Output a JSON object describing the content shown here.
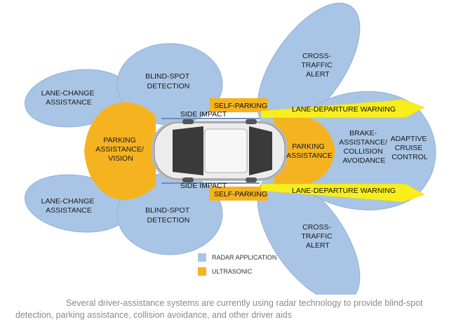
{
  "colors": {
    "radar": "#a9c5e6",
    "radar_stroke": "#8fb0d6",
    "ultrasonic": "#f5b320",
    "lane_warning": "#f8ee1e",
    "car_body": "#e8e8e8"
  },
  "labels": {
    "lane_change_top": [
      "LANE-CHANGE",
      "ASSISTANCE"
    ],
    "lane_change_bottom": [
      "LANE-CHANGE",
      "ASSISTANCE"
    ],
    "blind_spot_top": [
      "BLIND-SPOT",
      "DETECTION"
    ],
    "blind_spot_bottom": [
      "BLIND-SPOT",
      "DETECTION"
    ],
    "cross_traffic_top": [
      "CROSS-",
      "TRAFFIC",
      "ALERT"
    ],
    "cross_traffic_bottom": [
      "CROSS-",
      "TRAFFIC",
      "ALERT"
    ],
    "parking_rear": [
      "PARKING",
      "ASSISTANCE/",
      "VISION"
    ],
    "parking_front": [
      "PARKING",
      "ASSISTANCE"
    ],
    "brake": [
      "BRAKE-",
      "ASSISTANCE/",
      "COLLISION",
      "AVOIDANCE"
    ],
    "acc": [
      "ADAPTIVE",
      "CRUISE",
      "CONTROL"
    ],
    "self_parking_top": "SELF-PARKING",
    "self_parking_bottom": "SELF-PARKING",
    "side_impact_top": "SIDE IMPACT",
    "side_impact_bottom": "SIDE IMPACT",
    "lane_departure_top": "LANE-DEPARTURE WARNING",
    "lane_departure_bottom": "LANE-DEPARTURE WARNING"
  },
  "legend": {
    "radar": "RADAR APPLICATION",
    "ultrasonic": "ULTRASONIC"
  },
  "caption": {
    "line1": "Several driver-assistance systems are currently using radar technology to provide blind-spot",
    "line2": "detection, parking assistance, collision avoidance, and other driver aids"
  }
}
